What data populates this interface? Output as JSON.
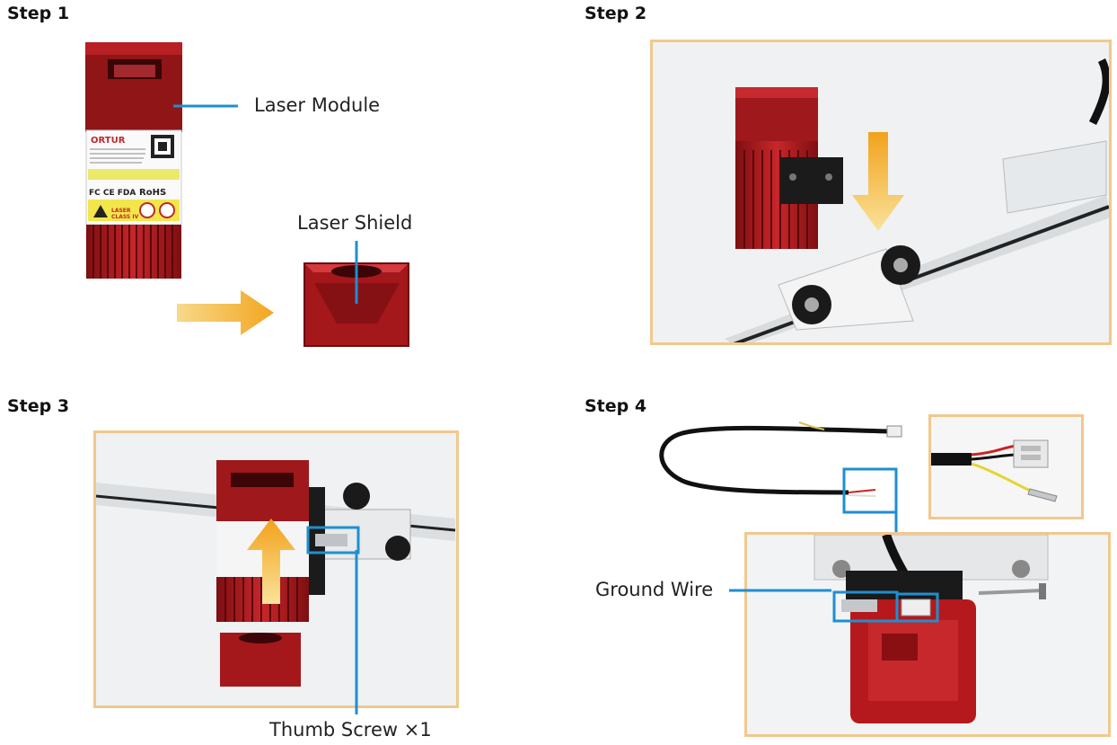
{
  "steps": [
    {
      "title": "Step 1"
    },
    {
      "title": "Step 2"
    },
    {
      "title": "Step 3"
    },
    {
      "title": "Step 4"
    }
  ],
  "labels": {
    "laser_module": "Laser Module",
    "laser_shield": "Laser Shield",
    "thumb_screw": "Thumb Screw ×1",
    "ground_wire": "Ground Wire"
  },
  "module_label": {
    "brand": "ORTUR",
    "rohs": "RoHS",
    "fc_ce_fda": "FC CE FDA",
    "laser_warning": "LASER",
    "class": "CLASS IV"
  },
  "colors": {
    "callout_line": "#1e8fd0",
    "frame_border": "#f1c88c",
    "arrow_light": "#f9d77a",
    "arrow_dark": "#f2a21c",
    "laser_red": "#b01e22"
  }
}
